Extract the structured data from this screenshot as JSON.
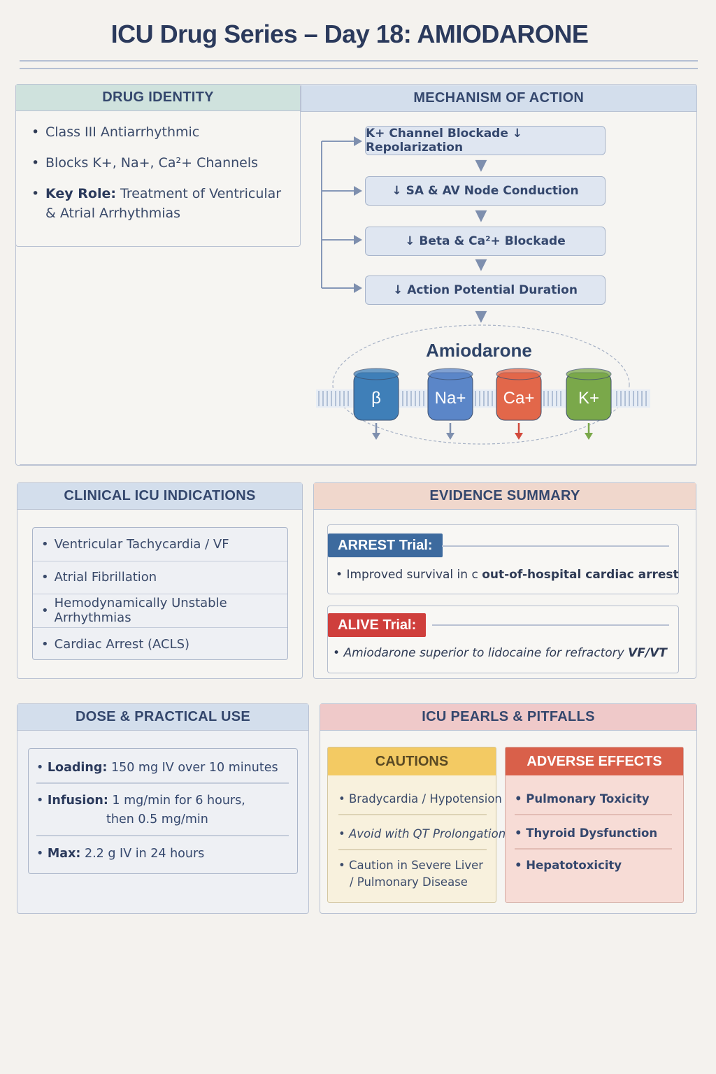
{
  "title": "ICU Drug Series – Day 18: AMIODARONE",
  "drug_identity": {
    "heading": "DRUG IDENTITY",
    "items": [
      {
        "bold": "",
        "text": "Class III Antiarrhythmic"
      },
      {
        "bold": "",
        "text": "Blocks K+, Na+, Ca²+ Channels"
      },
      {
        "bold": "Key Role:",
        "text": " Treatment of Ventricular & Atrial Arrhythmias"
      }
    ]
  },
  "mechanism": {
    "heading": "MECHANISM OF ACTION",
    "steps": [
      "K+ Channel Blockade ↓ Repolarization",
      "↓ SA & AV Node Conduction",
      "↓ Beta & Ca²+ Blockade",
      "↓ Action Potential Duration"
    ],
    "drug_label": "Amiodarone",
    "channels": [
      {
        "label": "β",
        "color": "#3f7fb8"
      },
      {
        "label": "Na+",
        "color": "#5b86c8"
      },
      {
        "label": "Ca+",
        "color": "#e2674a"
      },
      {
        "label": "K+",
        "color": "#7aa84a"
      }
    ],
    "arrow_colors": [
      "#7e8fae",
      "#7e8fae",
      "#d24a3c",
      "#7aa84a"
    ]
  },
  "indications": {
    "heading": "CLINICAL ICU INDICATIONS",
    "items": [
      "Ventricular Tachycardia / VF",
      "Atrial Fibrillation",
      "Hemodynamically Unstable Arrhythmias",
      "Cardiac Arrest (ACLS)"
    ]
  },
  "evidence": {
    "heading": "EVIDENCE SUMMARY",
    "trials": [
      {
        "name": "ARREST Trial:",
        "color": "#3d6a9e",
        "text_plain": "Improved survival in c ",
        "text_bold": "out-of-hospital cardiac arrest"
      },
      {
        "name": "ALIVE Trial:",
        "color": "#cf3f3c",
        "text_plain": "Amiodarone superior to lidocaine for refractory ",
        "text_bold": "VF/VT"
      }
    ]
  },
  "dose": {
    "heading": "DOSE & PRACTICAL USE",
    "loading_label": "Loading:",
    "loading_value": " 150 mg IV over 10 minutes",
    "infusion_label": "Infusion:",
    "infusion_value": " 1 mg/min for 6 hours,",
    "infusion_value2": "then 0.5 mg/min",
    "max_label": "Max:",
    "max_value": " 2.2 g IV in 24 hours"
  },
  "pearls": {
    "heading": "ICU PEARLS & PITFALLS",
    "cautions": {
      "heading": "CAUTIONS",
      "items": [
        "Bradycardia / Hypotension",
        "Avoid with QT Prolongation",
        "Caution in Severe Liver / Pulmonary Disease"
      ]
    },
    "adverse": {
      "heading": "ADVERSE EFFECTS",
      "items": [
        "Pulmonary Toxicity",
        "Thyroid Dysfunction",
        "Hepatotoxicity"
      ]
    }
  }
}
